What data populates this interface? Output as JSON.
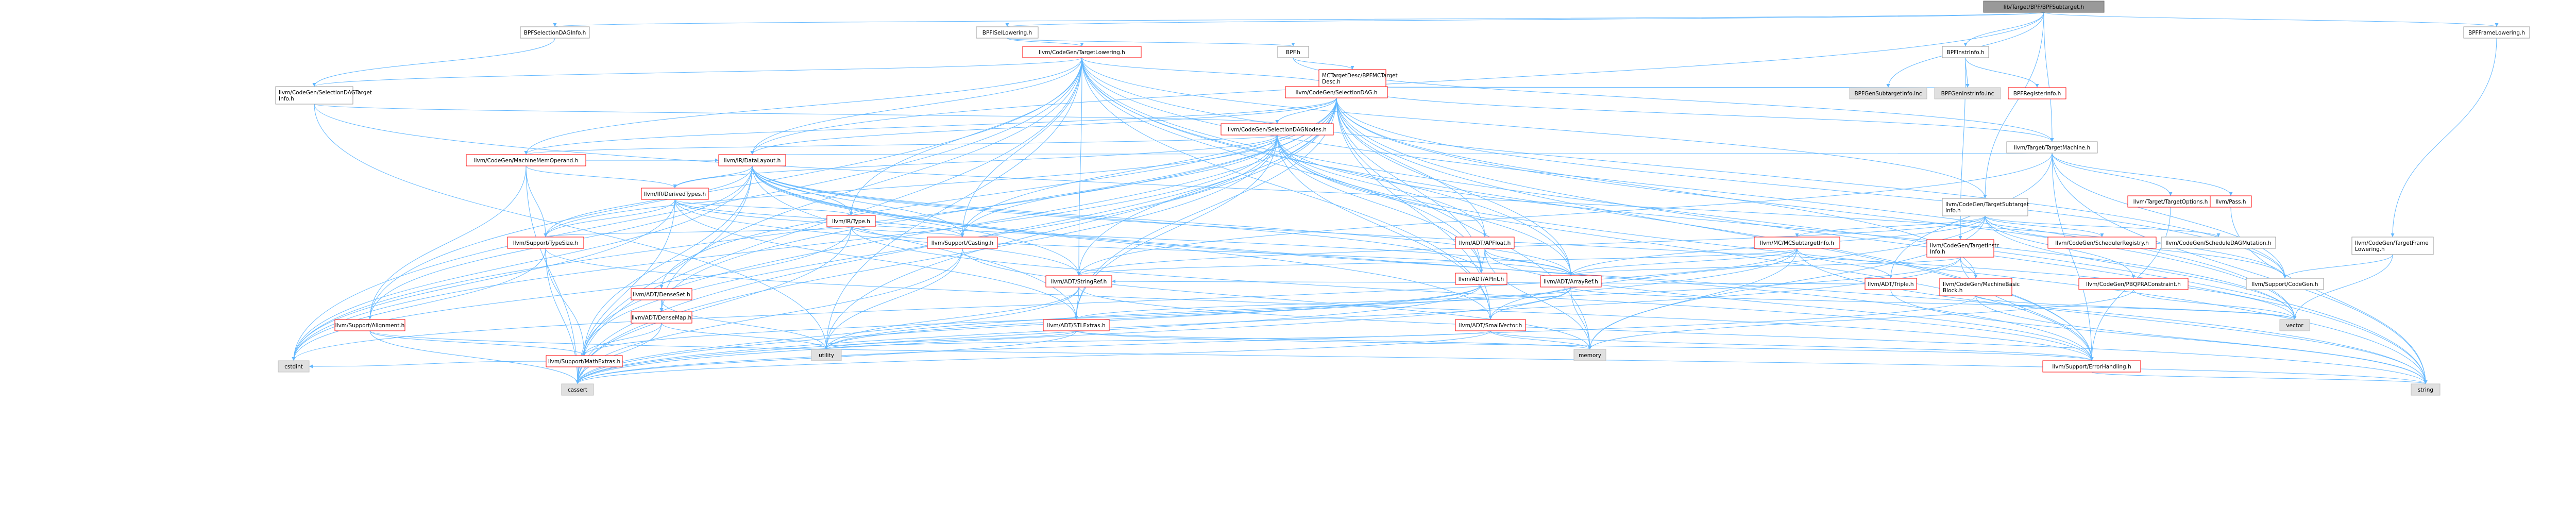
{
  "colors": {
    "edge": "#63b8ff",
    "node_fill": "#ffffff",
    "node_border_regular": "#999999",
    "node_border_link": "#ff0000",
    "node_fill_root": "#999999",
    "node_fill_external": "#e0e0e0",
    "text": "#000000"
  },
  "nodes": {
    "root": {
      "lines": [
        "lib/Target/BPF/BPFSubtarget.h"
      ],
      "kind": "root"
    },
    "bpfseldaginfo": {
      "lines": [
        "BPFSelectionDAGInfo.h"
      ],
      "kind": "regular"
    },
    "bpfisellowering": {
      "lines": [
        "BPFISelLowering.h"
      ],
      "kind": "regular"
    },
    "bpfframelowering": {
      "lines": [
        "BPFFrameLowering.h"
      ],
      "kind": "regular"
    },
    "bpfh": {
      "lines": [
        "BPF.h"
      ],
      "kind": "regular"
    },
    "bpfinstrinfo": {
      "lines": [
        "BPFInstrInfo.h"
      ],
      "kind": "regular"
    },
    "mctargetdesc": {
      "lines": [
        "MCTargetDesc/BPFMCTarget",
        "Desc.h"
      ],
      "kind": "link"
    },
    "bpfsubtargetinfo": {
      "lines": [
        "BPFGenSubtargetInfo.inc"
      ],
      "kind": "external"
    },
    "bpfgeninstrinfo": {
      "lines": [
        "BPFGenInstrInfo.inc"
      ],
      "kind": "external"
    },
    "bpfregisterinfo": {
      "lines": [
        "BPFRegisterInfo.h"
      ],
      "kind": "link"
    },
    "targetlowering": {
      "lines": [
        "llvm/CodeGen/TargetLowering.h"
      ],
      "kind": "link"
    },
    "seldagtargetinfo": {
      "lines": [
        "llvm/CodeGen/SelectionDAGTarget",
        "Info.h"
      ],
      "kind": "regular"
    },
    "selectiondag": {
      "lines": [
        "llvm/CodeGen/SelectionDAG.h"
      ],
      "kind": "link"
    },
    "selectiondagnodes": {
      "lines": [
        "llvm/CodeGen/SelectionDAGNodes.h"
      ],
      "kind": "link"
    },
    "machinememoperand": {
      "lines": [
        "llvm/CodeGen/MachineMemOperand.h"
      ],
      "kind": "link"
    },
    "datalayout": {
      "lines": [
        "llvm/IR/DataLayout.h"
      ],
      "kind": "link"
    },
    "derivedtypes": {
      "lines": [
        "llvm/IR/DerivedTypes.h"
      ],
      "kind": "link"
    },
    "type": {
      "lines": [
        "llvm/IR/Type.h"
      ],
      "kind": "link"
    },
    "typesize": {
      "lines": [
        "llvm/Support/TypeSize.h"
      ],
      "kind": "link"
    },
    "casting": {
      "lines": [
        "llvm/Support/Casting.h"
      ],
      "kind": "link"
    },
    "apfloat": {
      "lines": [
        "llvm/ADT/APFloat.h"
      ],
      "kind": "link"
    },
    "apint": {
      "lines": [
        "llvm/ADT/APInt.h"
      ],
      "kind": "link"
    },
    "arrayref": {
      "lines": [
        "llvm/ADT/ArrayRef.h"
      ],
      "kind": "link"
    },
    "stringref": {
      "lines": [
        "llvm/ADT/StringRef.h"
      ],
      "kind": "link"
    },
    "stlextras": {
      "lines": [
        "llvm/ADT/STLExtras.h"
      ],
      "kind": "link"
    },
    "smallvector": {
      "lines": [
        "llvm/ADT/SmallVector.h"
      ],
      "kind": "link"
    },
    "densemap": {
      "lines": [
        "llvm/ADT/DenseMap.h"
      ],
      "kind": "link"
    },
    "denseset": {
      "lines": [
        "llvm/ADT/DenseSet.h"
      ],
      "kind": "link"
    },
    "alignment": {
      "lines": [
        "llvm/Support/Alignment.h"
      ],
      "kind": "link"
    },
    "mathextras": {
      "lines": [
        "llvm/Support/MathExtras.h"
      ],
      "kind": "link"
    },
    "targetsubtargetinfo": {
      "lines": [
        "llvm/CodeGen/TargetSubtarget",
        "Info.h"
      ],
      "kind": "regular"
    },
    "mcsubtargetinfo": {
      "lines": [
        "llvm/MC/MCSubtargetInfo.h"
      ],
      "kind": "link"
    },
    "targetinstrinfo": {
      "lines": [
        "llvm/CodeGen/TargetInstr",
        "Info.h"
      ],
      "kind": "link"
    },
    "schedulerregistry": {
      "lines": [
        "llvm/CodeGen/SchedulerRegistry.h"
      ],
      "kind": "link"
    },
    "scheduledagmutation": {
      "lines": [
        "llvm/CodeGen/ScheduleDAGMutation.h"
      ],
      "kind": "regular"
    },
    "pbqpraconstraint": {
      "lines": [
        "llvm/CodeGen/PBQPRAConstraint.h"
      ],
      "kind": "link"
    },
    "machinebasicblock": {
      "lines": [
        "llvm/CodeGen/MachineBasic",
        "Block.h"
      ],
      "kind": "link"
    },
    "triple": {
      "lines": [
        "llvm/ADT/Triple.h"
      ],
      "kind": "link"
    },
    "supportcodegen": {
      "lines": [
        "llvm/Support/CodeGen.h"
      ],
      "kind": "regular"
    },
    "targetmachine": {
      "lines": [
        "llvm/Target/TargetMachine.h"
      ],
      "kind": "regular"
    },
    "targetoptions": {
      "lines": [
        "llvm/Target/TargetOptions.h"
      ],
      "kind": "link"
    },
    "pass": {
      "lines": [
        "llvm/Pass.h"
      ],
      "kind": "link"
    },
    "targetframelowering": {
      "lines": [
        "llvm/CodeGen/TargetFrame",
        "Lowering.h"
      ],
      "kind": "regular"
    },
    "errorhandling": {
      "lines": [
        "llvm/Support/ErrorHandling.h"
      ],
      "kind": "link"
    },
    "vector": {
      "lines": [
        "vector"
      ],
      "kind": "external"
    },
    "utility": {
      "lines": [
        "utility"
      ],
      "kind": "external"
    },
    "memory": {
      "lines": [
        "memory"
      ],
      "kind": "external"
    },
    "cstdint": {
      "lines": [
        "cstdint"
      ],
      "kind": "external"
    },
    "cassert": {
      "lines": [
        "cassert"
      ],
      "kind": "external"
    },
    "string": {
      "lines": [
        "string"
      ],
      "kind": "external"
    }
  }
}
